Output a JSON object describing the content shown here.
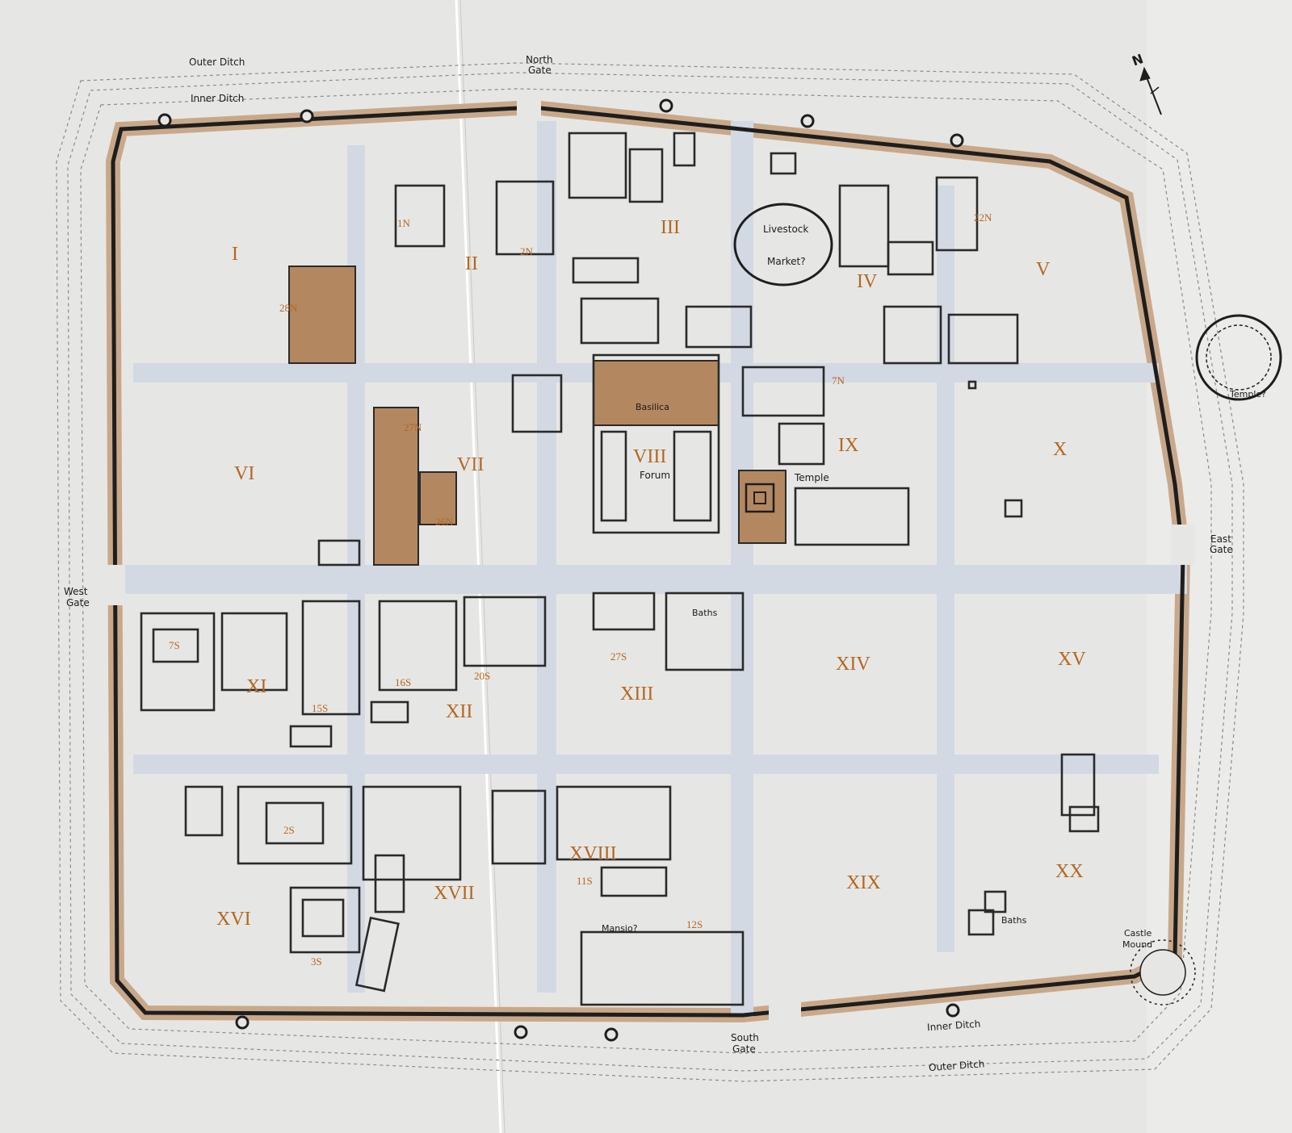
{
  "colors": {
    "paper": "#e6e7e5",
    "street": "#d3d9e3",
    "wall": "#1e1e1e",
    "rampart": "#c9a88a",
    "insula_numeral": "#b5661f",
    "excavated_fill": "#b38860"
  },
  "icons": [
    "north-arrow-icon",
    "round-temple-icon",
    "castle-mound-icon",
    "tower-icon"
  ],
  "north_arrow": "N",
  "ditches": {
    "outer_top": "Outer Ditch",
    "inner_top": "Inner Ditch",
    "inner_bottom": "Inner Ditch",
    "outer_bottom": "Outer Ditch"
  },
  "gates": {
    "north": [
      "North",
      "Gate"
    ],
    "south": [
      "South",
      "Gate"
    ],
    "east": [
      "East",
      "Gate"
    ],
    "west": [
      "West",
      "Gate"
    ]
  },
  "insulae": [
    "I",
    "II",
    "III",
    "IV",
    "V",
    "VI",
    "VII",
    "VIII",
    "IX",
    "X",
    "XI",
    "XII",
    "XIII",
    "XIV",
    "XV",
    "XVI",
    "XVII",
    "XVIII",
    "XIX",
    "XX"
  ],
  "buildings": {
    "basilica": "Basilica",
    "forum": "Forum",
    "temple": "Temple",
    "temple_outside": "Temple?",
    "livestock": "Livestock",
    "market": "Market?",
    "baths_north": "Baths",
    "baths_south": "Baths",
    "mansio": "Mansio?",
    "castle": [
      "Castle",
      "Mound"
    ]
  },
  "site_numbers": [
    "1N",
    "2N",
    "7N",
    "22N",
    "26N",
    "27N",
    "28N",
    "2S",
    "3S",
    "7S",
    "11S",
    "12S",
    "15S",
    "16S",
    "20S",
    "27S"
  ]
}
